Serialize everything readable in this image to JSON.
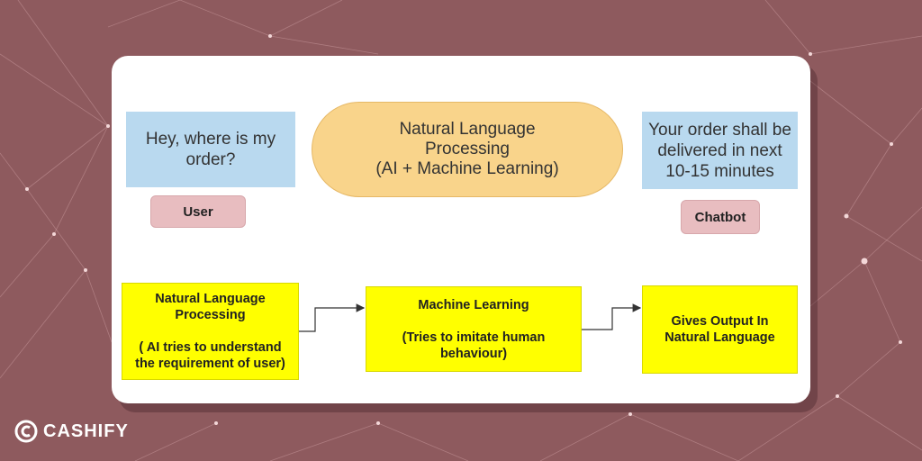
{
  "user_bubble": [
    "Hey, where is my",
    "order?"
  ],
  "user_tag": "User",
  "nlp_center": [
    "Natural Language",
    "Processing",
    "(AI + Machine Learning)"
  ],
  "bot_bubble": [
    "Your order shall be",
    "delivered in next",
    "10-15 minutes"
  ],
  "bot_tag": "Chatbot",
  "step1": {
    "title": [
      "Natural Language",
      "Processing"
    ],
    "desc": [
      "( AI tries to understand",
      "the requirement of user)"
    ]
  },
  "step2": {
    "title": "Machine Learning",
    "desc": [
      "(Tries to imitate human",
      "behaviour)"
    ]
  },
  "step3": {
    "title": [
      "Gives Output In",
      "Natural Language"
    ]
  },
  "brand": "CASHIFY",
  "colors": {
    "background": "#8e5a5e",
    "speech_bubble": "#b9d9ef",
    "center_pill": "#f9d48b",
    "role_tag": "#e8bdc0",
    "step_box": "#ffff00"
  }
}
